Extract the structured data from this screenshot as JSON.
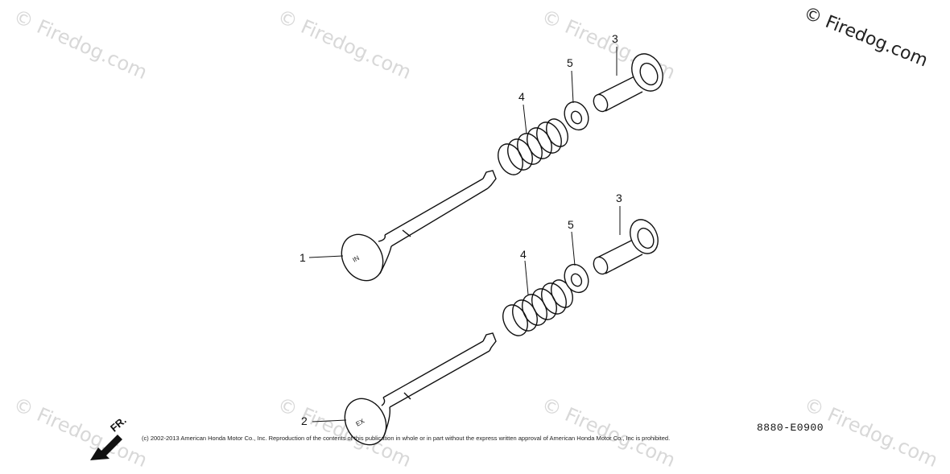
{
  "watermark": {
    "main": "© Firedog.com",
    "tile": "© Firedog.com"
  },
  "callouts": [
    "1",
    "2",
    "3",
    "4",
    "5",
    "3",
    "4",
    "5"
  ],
  "valve_marks": {
    "intake": "IN",
    "exhaust": "EX"
  },
  "direction_label": "FR.",
  "diagram_code": "8880-E0900",
  "copyright": "(c) 2002-2013 American Honda Motor Co., Inc. Reproduction of the contents of this publication in whole or in part without the express written approval of American Honda Motor Co., Inc is prohibited.",
  "colors": {
    "line": "#111111",
    "watermark": "#d8d8d8",
    "background": "#ffffff"
  }
}
